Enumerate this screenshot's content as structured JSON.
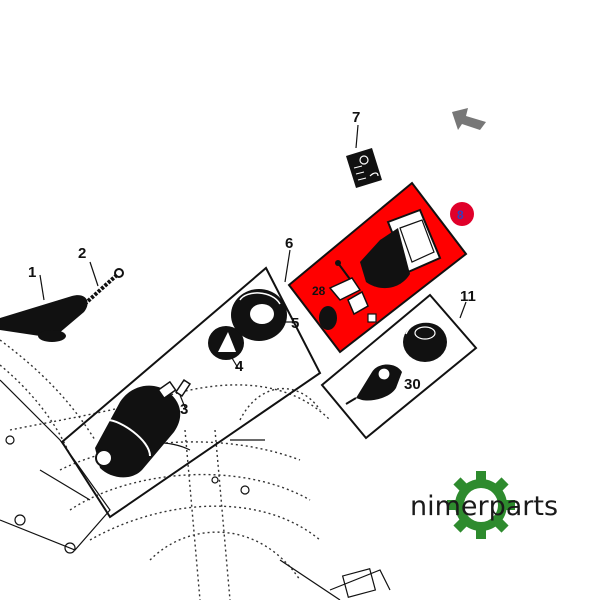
{
  "diagram": {
    "callouts": [
      {
        "id": "c1",
        "text": "1"
      },
      {
        "id": "c2",
        "text": "2"
      },
      {
        "id": "c3",
        "text": "3"
      },
      {
        "id": "c4",
        "text": "4"
      },
      {
        "id": "c5",
        "text": "5"
      },
      {
        "id": "c6",
        "text": "6"
      },
      {
        "id": "c7",
        "text": "7"
      },
      {
        "id": "c8",
        "text": "8"
      },
      {
        "id": "c11",
        "text": "11"
      },
      {
        "id": "c28",
        "text": "28"
      },
      {
        "id": "c30",
        "text": "30"
      }
    ],
    "highlight_color": "#ff0000",
    "marker_color": "#e0002a"
  },
  "logo": {
    "text": "nimerparts",
    "gear_color": "#2e8b2e"
  }
}
